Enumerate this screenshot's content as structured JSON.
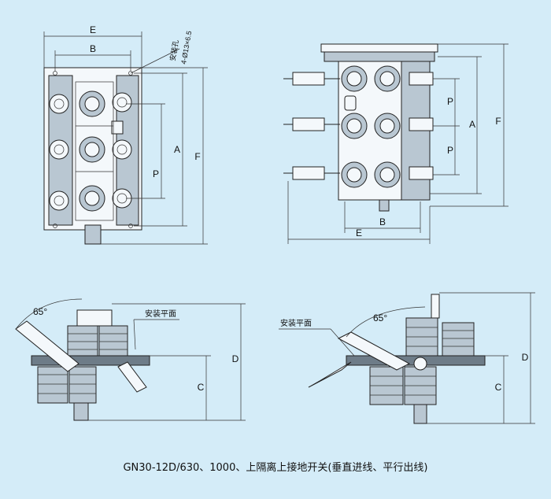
{
  "labels": {
    "E": "E",
    "B": "B",
    "A": "A",
    "F": "F",
    "P": "P",
    "C": "C",
    "D": "D"
  },
  "mount_hole_note_1": "安装孔",
  "mount_hole_note_2": "4-Ø13×6.5",
  "angle": "65°",
  "mount_plane": "安装平面",
  "caption": "GN30-12D/630、1000、上隔离上接地开关(垂直进线、平行出线)"
}
